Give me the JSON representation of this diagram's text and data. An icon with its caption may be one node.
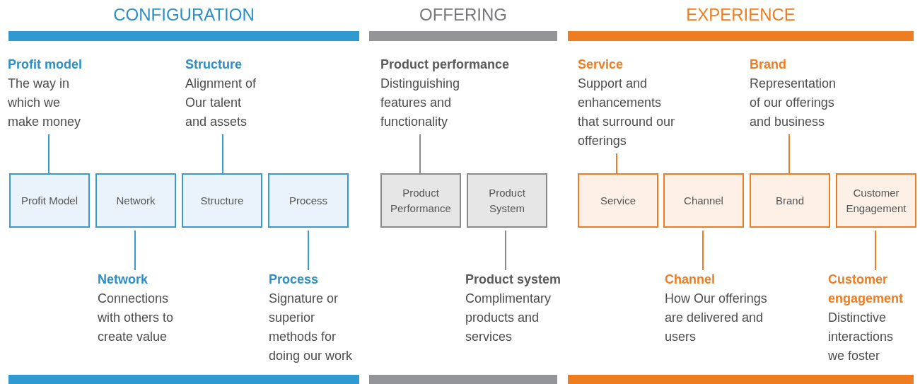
{
  "diagram": {
    "nodes": [
      {
        "text": [
          "CONFIGURATION"
        ]
      },
      {
        "text": [
          "OFFERING"
        ]
      },
      {
        "text": [
          "EXPERIENCE"
        ]
      },
      {
        "text": [
          "Profit model",
          "The way in which we make money"
        ],
        "in": 0
      },
      {
        "text": [
          "Structure",
          "Alignment of Our talent and assets"
        ],
        "in": 0
      },
      {
        "text": [
          "Product performance",
          "Distinguishing features and functionality"
        ],
        "in": 1
      },
      {
        "text": [
          "Service",
          "Support and enhancements that surround our offerings"
        ],
        "in": 2
      },
      {
        "text": [
          "Brand",
          "Representation of our offerings and business"
        ],
        "in": 2
      },
      {
        "text": [
          "Profit Model"
        ],
        "in": 0
      },
      {
        "text": [
          "Network"
        ],
        "in": 0
      },
      {
        "text": [
          "Structure"
        ],
        "in": 0
      },
      {
        "text": [
          "Process"
        ],
        "in": 0
      },
      {
        "text": [
          "Product Performance"
        ],
        "in": 1
      },
      {
        "text": [
          "Product System"
        ],
        "in": 1
      },
      {
        "text": [
          "Service"
        ],
        "in": 2
      },
      {
        "text": [
          "Channel"
        ],
        "in": 2
      },
      {
        "text": [
          "Brand"
        ],
        "in": 2
      },
      {
        "text": [
          "Customer Engagement"
        ],
        "in": 2
      },
      {
        "text": [
          "Network",
          "Connections with others to create value"
        ],
        "in": 0
      },
      {
        "text": [
          "Process",
          "Signature or superior methods for doing our work"
        ],
        "in": 0
      },
      {
        "text": [
          "Product system",
          "Complimentary products and services"
        ],
        "in": 1
      },
      {
        "text": [
          "Channel",
          "How Our offerings are delivered and users"
        ],
        "in": 2
      },
      {
        "text": [
          "Customer engagement",
          "Distinctive interactions we foster"
        ],
        "in": 2
      }
    ],
    "edges": [
      {
        "from": 3,
        "to": 8,
        "arrow": "none",
        "color": "#3a9ad0"
      },
      {
        "from": 4,
        "to": 10,
        "arrow": "none",
        "color": "#3a9ad0"
      },
      {
        "from": 5,
        "to": 12,
        "arrow": "none",
        "color": "#8a8a8a"
      },
      {
        "from": 6,
        "to": 14,
        "arrow": "none",
        "color": "#ee7d22"
      },
      {
        "from": 7,
        "to": 16,
        "arrow": "none",
        "color": "#ee7d22"
      },
      {
        "from": 9,
        "to": 18,
        "arrow": "none",
        "color": "#3a9ad0"
      },
      {
        "from": 11,
        "to": 19,
        "arrow": "none",
        "color": "#3a9ad0"
      },
      {
        "from": 13,
        "to": 20,
        "arrow": "none",
        "color": "#8a8a8a"
      },
      {
        "from": 15,
        "to": 21,
        "arrow": "none",
        "color": "#ee7d22"
      },
      {
        "from": 17,
        "to": 22,
        "arrow": "none",
        "color": "#ee7d22"
      }
    ]
  }
}
